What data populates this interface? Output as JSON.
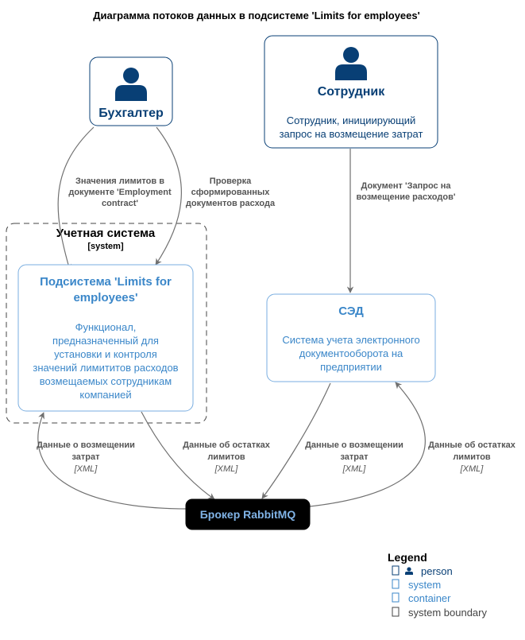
{
  "diagram_title": "Диаграмма потоков данных в подсистеме 'Limits for employees'",
  "colors": {
    "person_fill": "#083F75",
    "container_text": "#3b87c9",
    "edge": "#707070",
    "broker_fill": "#000000",
    "broker_text": "#80b3e6"
  },
  "persons": [
    {
      "id": "accountant",
      "name": "Бухгалтер",
      "description": [],
      "icon": "person-icon"
    },
    {
      "id": "employee",
      "name": "Сотрудник",
      "description": [
        "Сотрудник, инициирующий",
        "запрос на возмещение затрат"
      ],
      "icon": "person-icon"
    }
  ],
  "boundary": {
    "name": "Учетная система",
    "type": "[system]"
  },
  "containers": [
    {
      "id": "limits",
      "name": [
        "Подсистема 'Limits for",
        "employees'"
      ],
      "description": [
        "Функционал,",
        "предназначенный для",
        "установки и контроля",
        "значений лимититов расходов",
        "возмещаемых сотрудникам",
        "компанией"
      ]
    },
    {
      "id": "sed",
      "name": [
        "СЭД"
      ],
      "description": [
        "Система учета электронного",
        "документооборота на",
        "предприятии"
      ]
    }
  ],
  "broker": {
    "name": "Брокер RabbitMQ"
  },
  "edges": [
    {
      "id": "e1",
      "label": [
        "Значения лимитов в",
        "документе 'Employment",
        "contract'"
      ],
      "tech": ""
    },
    {
      "id": "e2",
      "label": [
        "Проверка",
        "сформированных",
        "документов расхода"
      ],
      "tech": ""
    },
    {
      "id": "e3",
      "label": [
        "Документ 'Запрос на",
        "возмещение расходов'"
      ],
      "tech": ""
    },
    {
      "id": "e4",
      "label": [
        "Данные о возмещении",
        "затрат"
      ],
      "tech": "[XML]"
    },
    {
      "id": "e5",
      "label": [
        "Данные об остатках",
        "лимитов"
      ],
      "tech": "[XML]"
    },
    {
      "id": "e6",
      "label": [
        "Данные о возмещении",
        "затрат"
      ],
      "tech": "[XML]"
    },
    {
      "id": "e7",
      "label": [
        "Данные об остатках",
        "лимитов"
      ],
      "tech": "[XML]"
    }
  ],
  "legend": {
    "title": "Legend",
    "items": [
      {
        "label": "person",
        "color": "#083F75",
        "icon": "person-icon"
      },
      {
        "label": "system",
        "color": "#3b87c9",
        "icon": "box-icon"
      },
      {
        "label": "container",
        "color": "#3b87c9",
        "icon": "box-icon"
      },
      {
        "label": "system boundary",
        "color": "#444444",
        "icon": "box-icon"
      }
    ]
  }
}
